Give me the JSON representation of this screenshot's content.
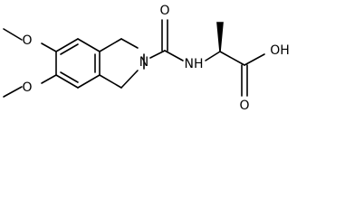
{
  "molecule": {
    "atoms": {
      "methoxy_top_o": "O",
      "methoxy_bottom_o": "O",
      "ring_n": "N",
      "carbonyl_o": "O",
      "amide_nh": "NH",
      "acid_oh": "OH",
      "acid_o": "O"
    },
    "stereocenter_wedge": "bold"
  },
  "colors": {
    "bond": "#000000",
    "label": "#000000",
    "background": "#ffffff"
  }
}
